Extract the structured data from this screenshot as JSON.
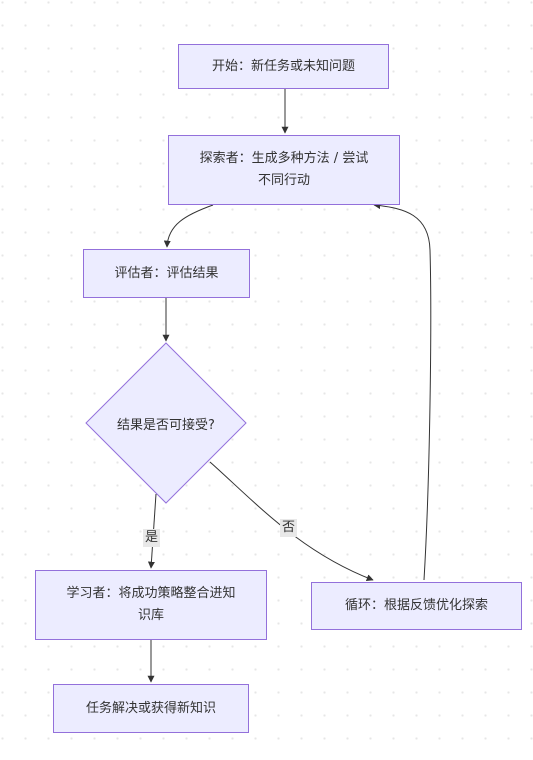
{
  "colors": {
    "node_fill": "#ececff",
    "node_stroke": "#9370db",
    "edge": "#333333",
    "edge_label_bg": "#e8e8e8"
  },
  "nodes": {
    "start": "开始：新任务或未知问题",
    "explorer": "探索者：生成多种方法 / 尝试不同行动",
    "evaluator": "评估者：评估结果",
    "decision": "结果是否可接受?",
    "learner": "学习者：将成功策略整合进知识库",
    "loop": "循环：根据反馈优化探索",
    "end": "任务解决或获得新知识"
  },
  "edge_labels": {
    "yes": "是",
    "no": "否"
  }
}
